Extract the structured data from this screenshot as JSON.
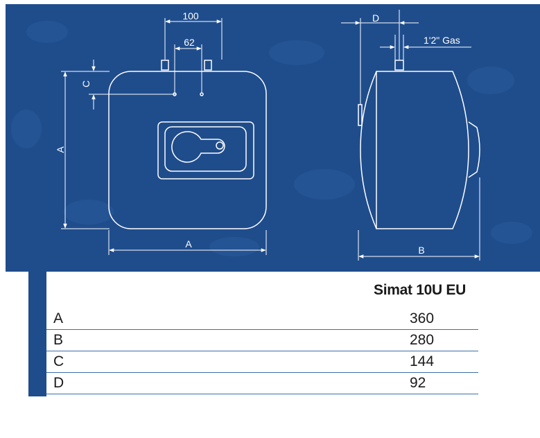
{
  "diagram": {
    "background_color": "#1f4d8c",
    "line_color": "#ffffff",
    "front_view": {
      "top_dimension_label": "100",
      "inner_dimension_label": "62",
      "height_label": "A",
      "width_label": "A",
      "c_label": "C"
    },
    "side_view": {
      "d_label": "D",
      "gas_label": "1'2\" Gas",
      "depth_label": "B"
    }
  },
  "table": {
    "model": "Simat 10U EU",
    "rows": [
      {
        "label": "A",
        "value": "360"
      },
      {
        "label": "B",
        "value": "280"
      },
      {
        "label": "C",
        "value": "144"
      },
      {
        "label": "D",
        "value": "92"
      }
    ]
  }
}
